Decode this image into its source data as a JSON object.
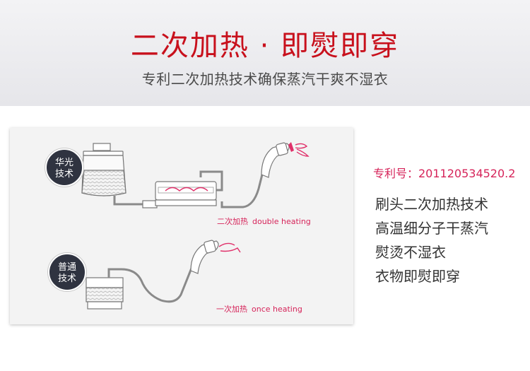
{
  "header": {
    "title": "二次加热 · 即熨即穿",
    "subtitle": "专利二次加热技术确保蒸汽干爽不湿衣"
  },
  "diagram": {
    "top": {
      "badge_line1": "华光",
      "badge_line2": "技术",
      "caption_cn": "二次加热",
      "caption_en": "double heating"
    },
    "bottom": {
      "badge_line1": "普通",
      "badge_line2": "技术",
      "caption_cn": "一次加热",
      "caption_en": "once heating"
    }
  },
  "patent": {
    "label": "专利号：201120534520.2"
  },
  "features": [
    "刷头二次加热技术",
    "高温细分子干蒸汽",
    "熨烫不湿衣",
    "衣物即熨即穿"
  ],
  "colors": {
    "title_red": "#c8101c",
    "pink": "#d6245a",
    "badge_dark": "#2f3340"
  }
}
